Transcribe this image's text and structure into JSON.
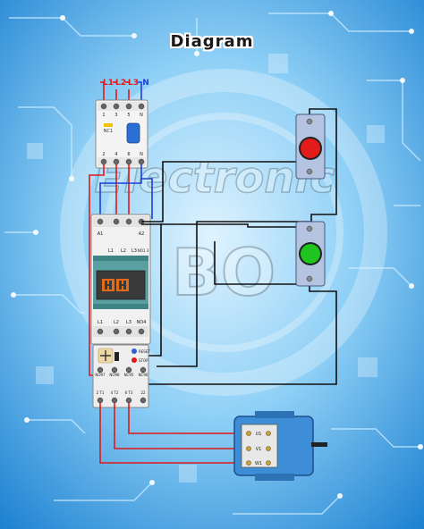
{
  "title": "Diagram",
  "watermark": {
    "line1": "Electronic",
    "line2": "BO"
  },
  "supply": {
    "l1": "L1",
    "l2": "L2",
    "l3": "L3",
    "n": "N"
  },
  "breaker": {
    "top_terminals": [
      "1",
      "3",
      "5",
      "N"
    ],
    "bottom_terminals": [
      "2",
      "4",
      "6",
      "N"
    ],
    "tag": "NC1"
  },
  "contactor": {
    "top_labels": [
      "A1",
      "L1",
      "L2",
      "L3",
      "A2"
    ],
    "aux_top": "NO1 3",
    "bottom_labels": [
      "L1",
      "L2",
      "L3",
      "NO4"
    ]
  },
  "overload": {
    "reset_label": "RESET",
    "stop_label": "STOP",
    "aux_labels": [
      "NO97",
      "NO98",
      "NC95",
      "NC96"
    ],
    "output_labels": [
      "2 T1",
      "4 T2",
      "6 T3",
      "22"
    ]
  },
  "motor": {
    "terminals": [
      "U1",
      "V1",
      "W1"
    ]
  },
  "lamps": [
    {
      "name": "red",
      "color": "#e31b1b"
    },
    {
      "name": "green",
      "color": "#1fc41f"
    }
  ],
  "colors": {
    "phase": "#e01818",
    "neutral": "#1e3fd6",
    "control": "#111111",
    "background": "#1f8fd8"
  }
}
